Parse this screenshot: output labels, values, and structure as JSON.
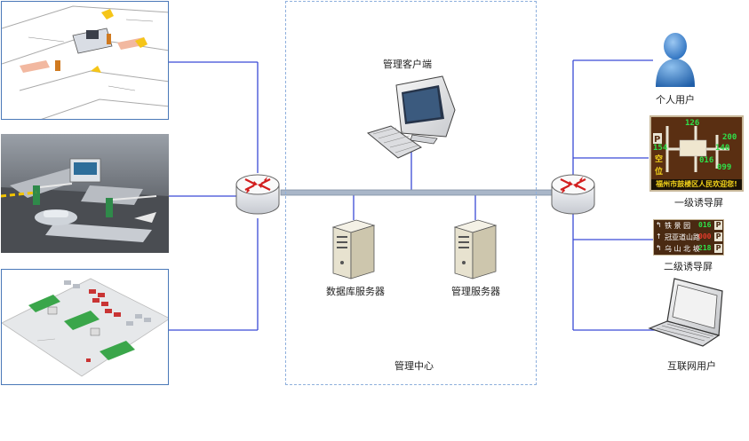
{
  "management_center": {
    "title": "管理中心",
    "client_label": "管理客户端",
    "db_server_label": "数据库服务器",
    "mgmt_server_label": "管理服务器"
  },
  "right_side": {
    "personal_user_label": "个人用户",
    "level1_display_label": "一级诱导屏",
    "level2_display_label": "二级诱导屏",
    "internet_user_label": "互联网用户"
  },
  "level1_sign": {
    "banner": "福州市鼓楼区人民欢迎您!",
    "numbers": [
      "126",
      "154",
      "200",
      "140",
      "016",
      "099"
    ],
    "side_text": [
      "空",
      "位"
    ]
  },
  "level2_sign": {
    "rows": [
      {
        "name": "铁 景 园",
        "value": "016"
      },
      {
        "name": "冠亚道山路",
        "value": "000"
      },
      {
        "name": "乌 山 北 坡",
        "value": "218"
      }
    ]
  },
  "colors": {
    "line": "#3a4bd6",
    "dashed_border": "#8fb0dd",
    "bus": "#a9b6c8",
    "router_arrow": "#d21e1e"
  }
}
